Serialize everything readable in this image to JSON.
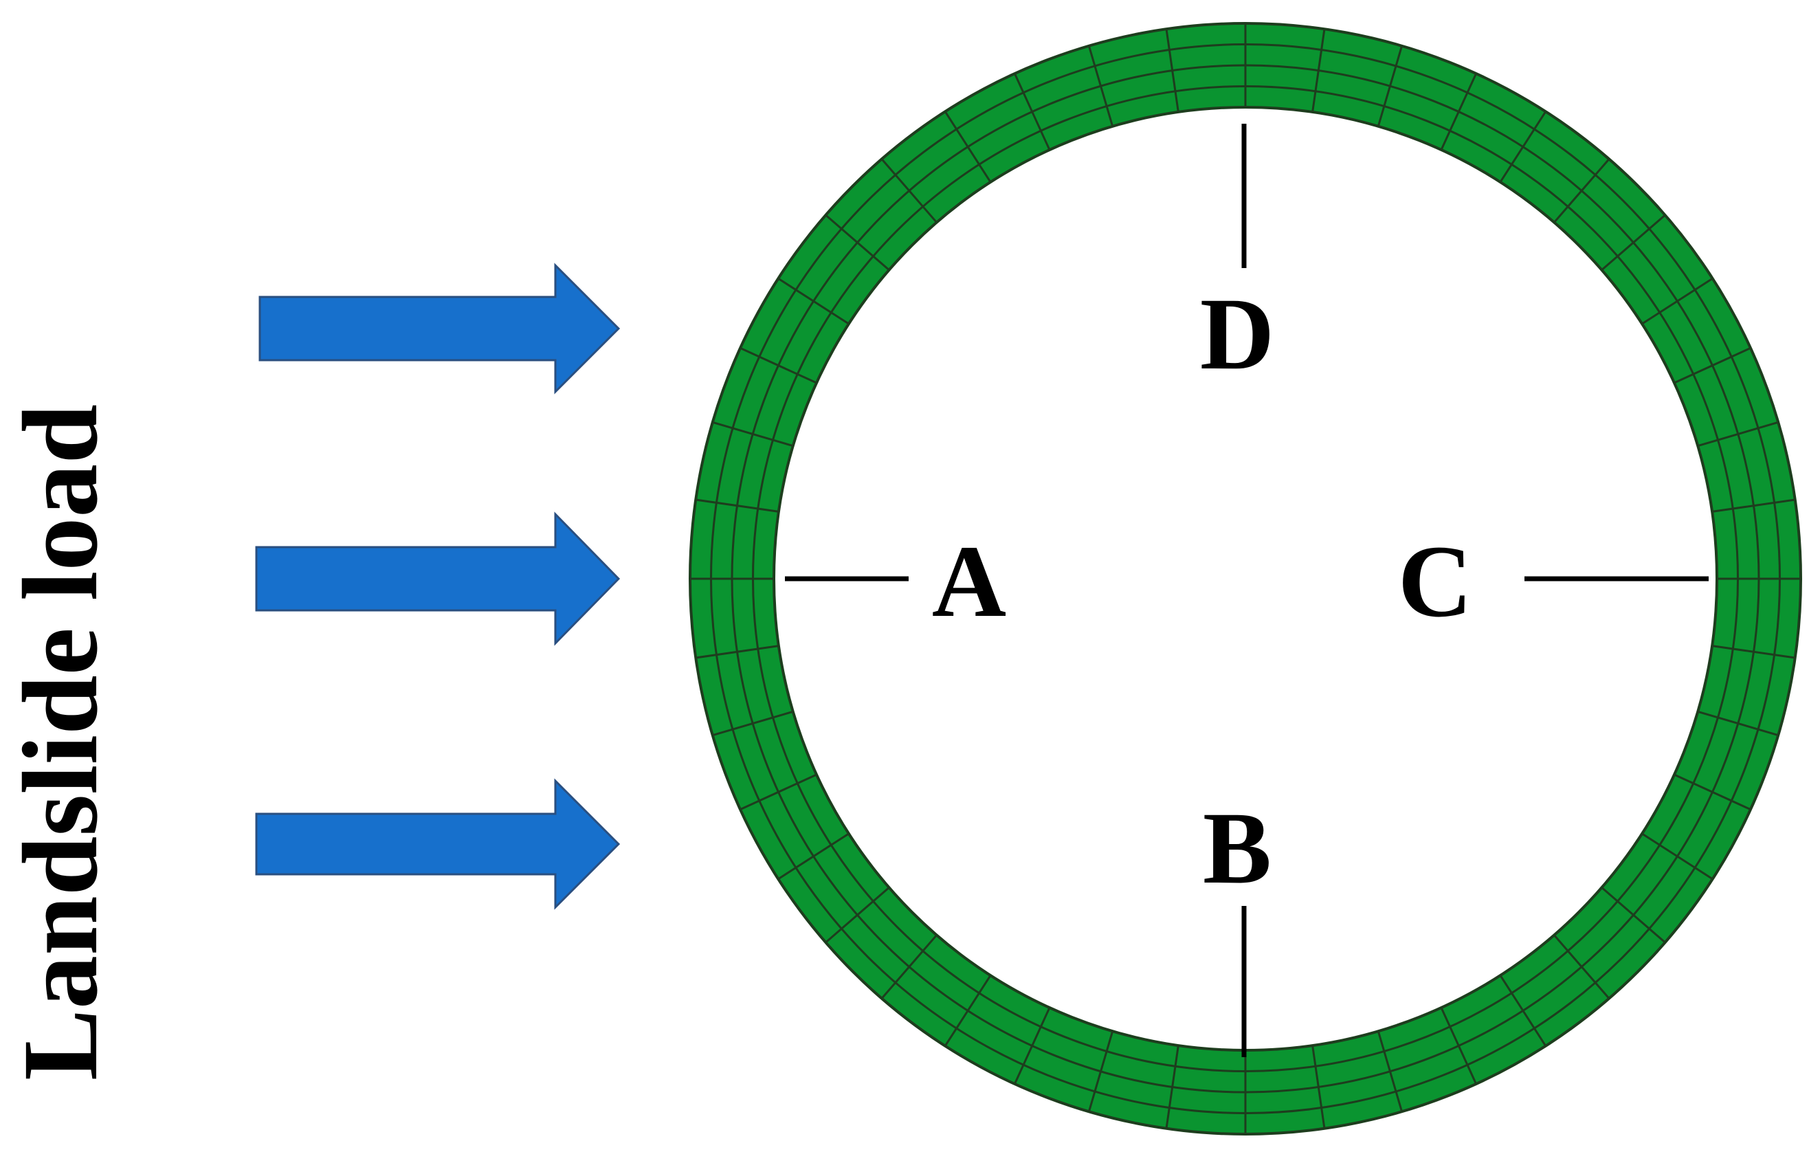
{
  "load_label": "Landslide load",
  "points": {
    "A": "A",
    "B": "B",
    "C": "C",
    "D": "D"
  },
  "colors": {
    "ring_fill": "#0a9430",
    "ring_mesh": "#1e3d1e",
    "arrow_fill": "#1770cc",
    "arrow_stroke": "#2a4f80",
    "line": "#000000"
  }
}
